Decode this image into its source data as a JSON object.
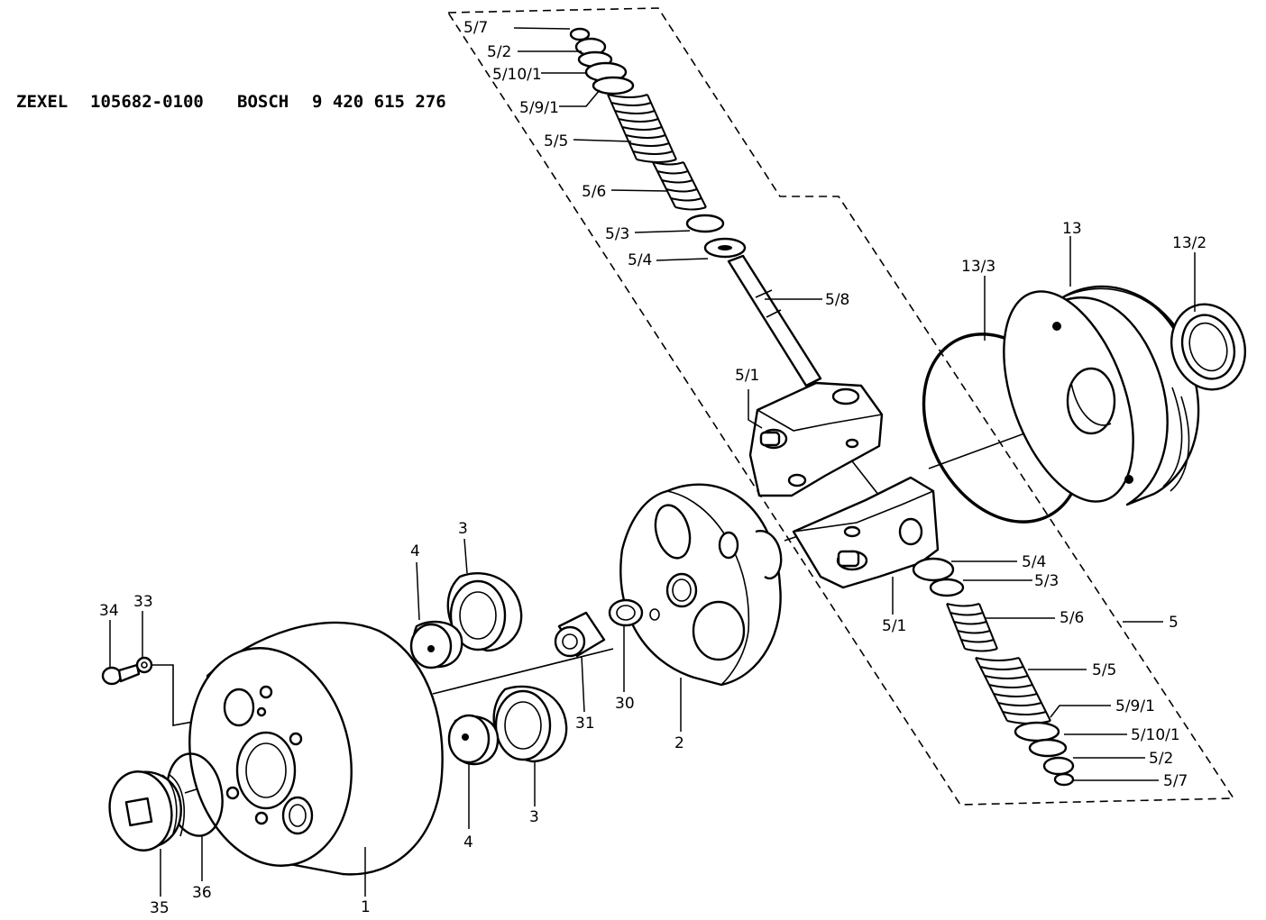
{
  "header": {
    "brand1": "ZEXEL",
    "part_no1": "105682-0100",
    "brand2": "BOSCH",
    "part_no2": "9 420 615 276"
  },
  "labels": {
    "top_5_7": "5/7",
    "top_5_2": "5/2",
    "top_5_10_1": "5/10/1",
    "top_5_9_1": "5/9/1",
    "top_5_5": "5/5",
    "top_5_6": "5/6",
    "top_5_3": "5/3",
    "top_5_4": "5/4",
    "p_5_8": "5/8",
    "upper_5_1": "5/1",
    "p_13_3": "13/3",
    "p_13": "13",
    "p_13_2": "13/2",
    "bot_5_4": "5/4",
    "bot_5_3": "5/3",
    "bot_5_6": "5/6",
    "assy_5": "5",
    "bot_5_5": "5/5",
    "bot_5_9_1": "5/9/1",
    "bot_5_10_1": "5/10/1",
    "bot_5_2": "5/2",
    "bot_5_7": "5/7",
    "lower_5_1": "5/1",
    "p_4_top": "4",
    "p_3_top": "3",
    "p_34": "34",
    "p_33": "33",
    "p_31": "31",
    "p_30": "30",
    "p_2": "2",
    "p_4_bot": "4",
    "p_3_bot": "3",
    "p_35": "35",
    "p_36": "36",
    "p_1": "1"
  }
}
